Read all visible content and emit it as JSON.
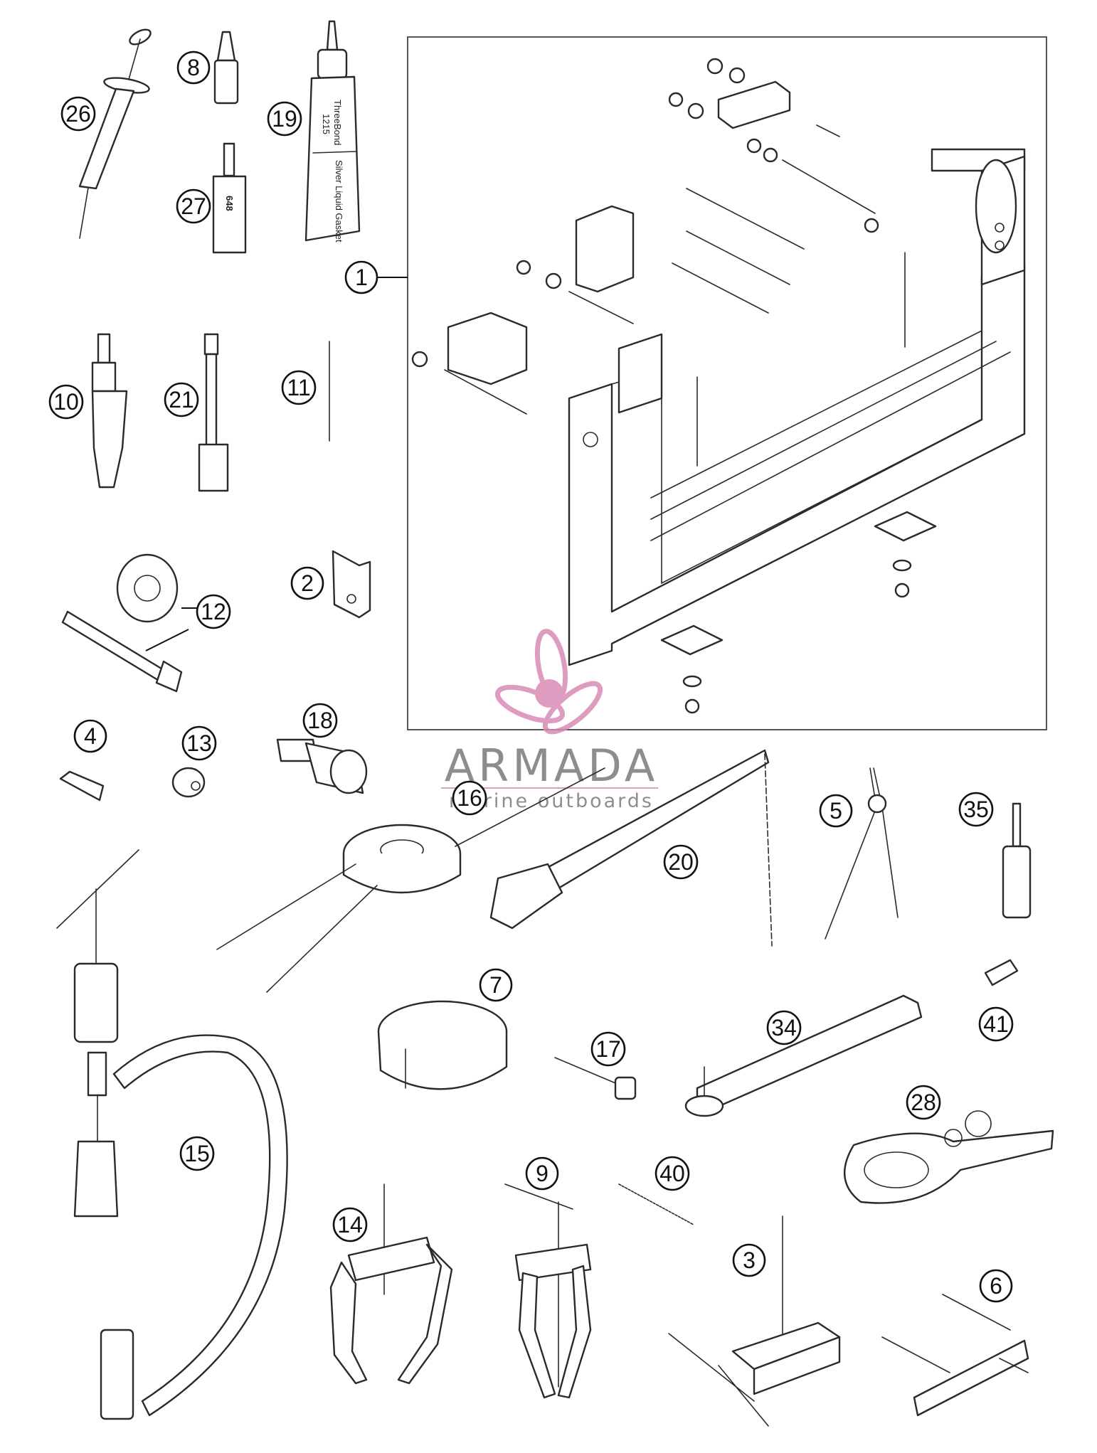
{
  "diagram": {
    "callouts": {
      "c1": "1",
      "c2": "2",
      "c3": "3",
      "c4": "4",
      "c5": "5",
      "c6": "6",
      "c7": "7",
      "c8": "8",
      "c9": "9",
      "c10": "10",
      "c11": "11",
      "c12": "12",
      "c13": "13",
      "c14": "14",
      "c15": "15",
      "c16": "16",
      "c17": "17",
      "c18": "18",
      "c19": "19",
      "c20": "20",
      "c21": "21",
      "c26": "26",
      "c27": "27",
      "c28": "28",
      "c34": "34",
      "c35": "35",
      "c40": "40",
      "c41": "41"
    },
    "tube_labels": {
      "threebond_brand": "ThreeBond",
      "threebond_code": "1215",
      "threebond_sub": "Silver Liquid Gasket",
      "loctite_code": "648"
    },
    "watermark": {
      "brand": "ARMADA",
      "tagline": "marine outboards",
      "accent_color": "#d98bb6"
    }
  }
}
